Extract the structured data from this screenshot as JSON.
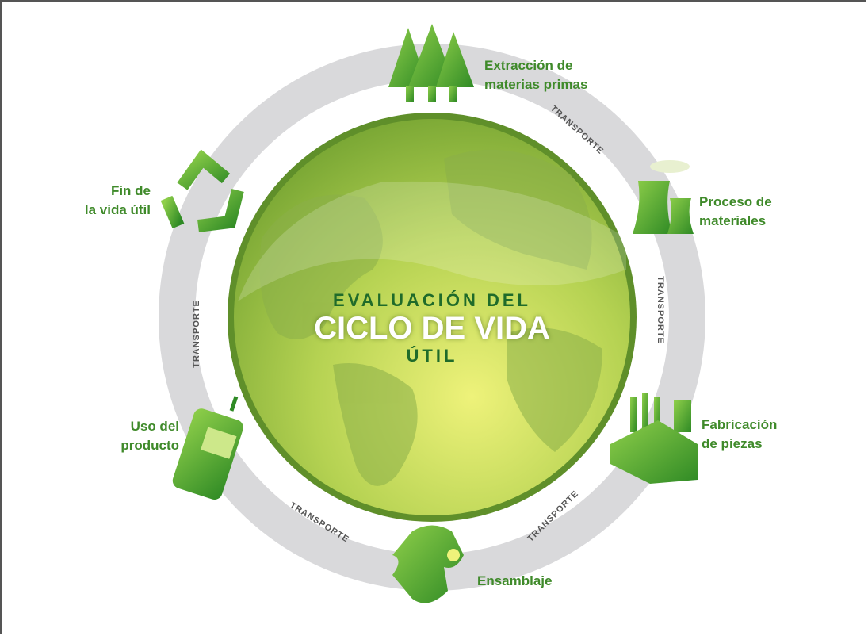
{
  "title": {
    "line1": "EVALUACIÓN DEL",
    "line2": "CICLO DE VIDA",
    "line3": "ÚTIL"
  },
  "stages": [
    {
      "line1": "Extracción de",
      "line2": "materias primas",
      "icon": "trees-icon"
    },
    {
      "line1": "Proceso de",
      "line2": "materiales",
      "icon": "cooling-towers-icon"
    },
    {
      "line1": "Fabricación",
      "line2": "de piezas",
      "icon": "factory-icon"
    },
    {
      "line1": "Ensamblaje",
      "line2": "",
      "icon": "puzzle-piece-icon"
    },
    {
      "line1": "Uso del",
      "line2": "producto",
      "icon": "mobile-phone-icon"
    },
    {
      "line1": "Fin de",
      "line2": "la vida útil",
      "icon": "recycle-icon"
    }
  ],
  "transport_label": "TRANSPORTE",
  "colors": {
    "green_text": "#3f8a2a",
    "ring": "#d9d9db",
    "globe": "#9cc43e"
  }
}
